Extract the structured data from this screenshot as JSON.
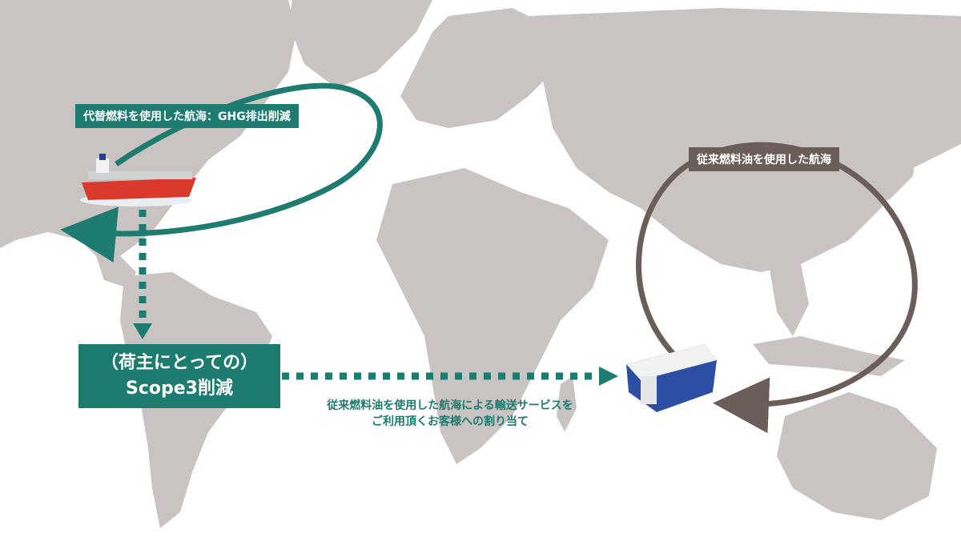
{
  "labels": {
    "alt_fuel_voyage": "代替燃料を使用した航海：GHG排出削減",
    "conventional_voyage": "従来燃料油を使用した航海",
    "scope3_line1": "（荷主にとっての）",
    "scope3_line2": "Scope3削減",
    "allocation_line1": "従来燃料油を使用した航海による輸送サービスを",
    "allocation_line2": "ご利用頂くお客様への割り当て"
  },
  "colors": {
    "teal": "#1e7b6f",
    "brown": "#6b5d5a",
    "land": "#c9c3c1"
  }
}
